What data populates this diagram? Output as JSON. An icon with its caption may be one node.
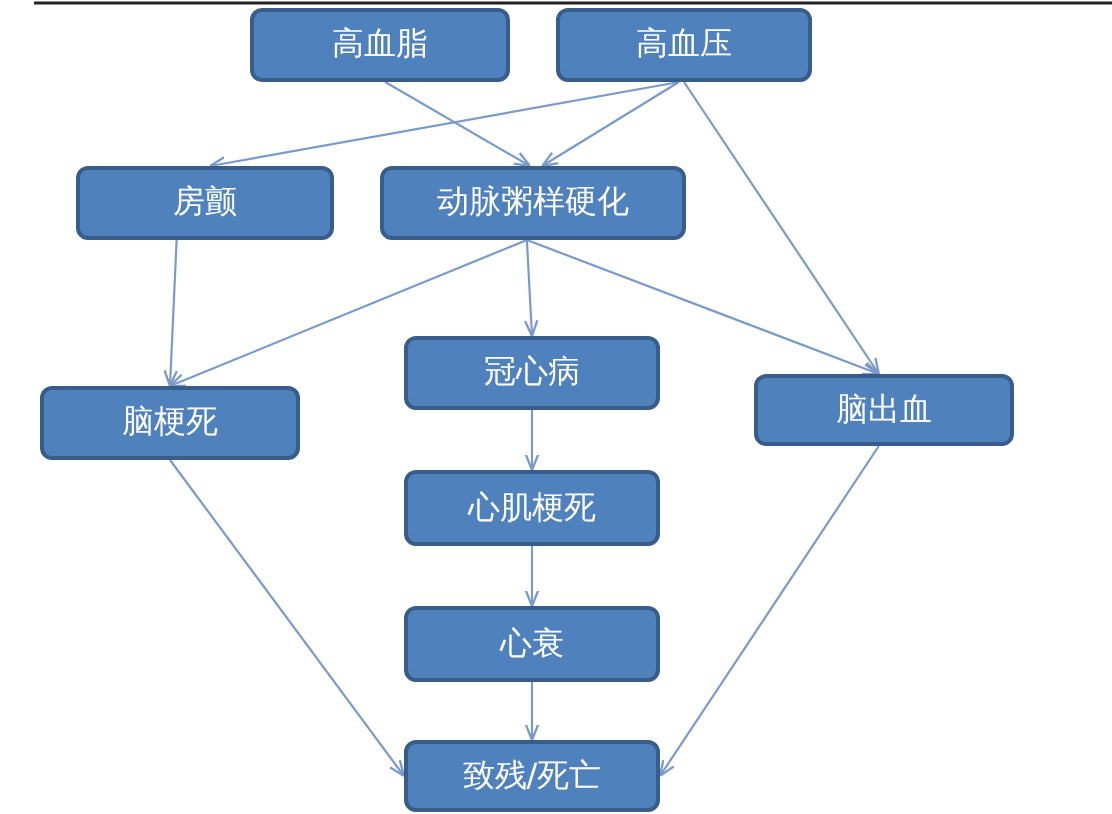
{
  "diagram": {
    "nodes": [
      {
        "text": [
          "高血脂"
        ]
      },
      {
        "text": [
          "高血压"
        ]
      },
      {
        "text": [
          "房颤"
        ]
      },
      {
        "text": [
          "动脉粥样硬化"
        ]
      },
      {
        "text": [
          "脑梗死"
        ]
      },
      {
        "text": [
          "冠心病"
        ]
      },
      {
        "text": [
          "脑出血"
        ]
      },
      {
        "text": [
          "心肌梗死"
        ]
      },
      {
        "text": [
          "心衰"
        ]
      },
      {
        "text": [
          "致残/死亡"
        ]
      }
    ],
    "edges": [
      {
        "from": 0,
        "to": 3,
        "arrow": "to"
      },
      {
        "from": 1,
        "to": 2,
        "arrow": "to"
      },
      {
        "from": 1,
        "to": 3,
        "arrow": "to"
      },
      {
        "from": 1,
        "to": 6,
        "arrow": "to"
      },
      {
        "from": 2,
        "to": 4,
        "arrow": "to"
      },
      {
        "from": 3,
        "to": 4,
        "arrow": "to"
      },
      {
        "from": 3,
        "to": 5,
        "arrow": "to"
      },
      {
        "from": 3,
        "to": 6,
        "arrow": "to"
      },
      {
        "from": 5,
        "to": 7,
        "arrow": "to"
      },
      {
        "from": 7,
        "to": 8,
        "arrow": "to"
      },
      {
        "from": 8,
        "to": 9,
        "arrow": "to"
      },
      {
        "from": 4,
        "to": 9,
        "arrow": "to"
      },
      {
        "from": 6,
        "to": 9,
        "arrow": "to"
      }
    ]
  }
}
